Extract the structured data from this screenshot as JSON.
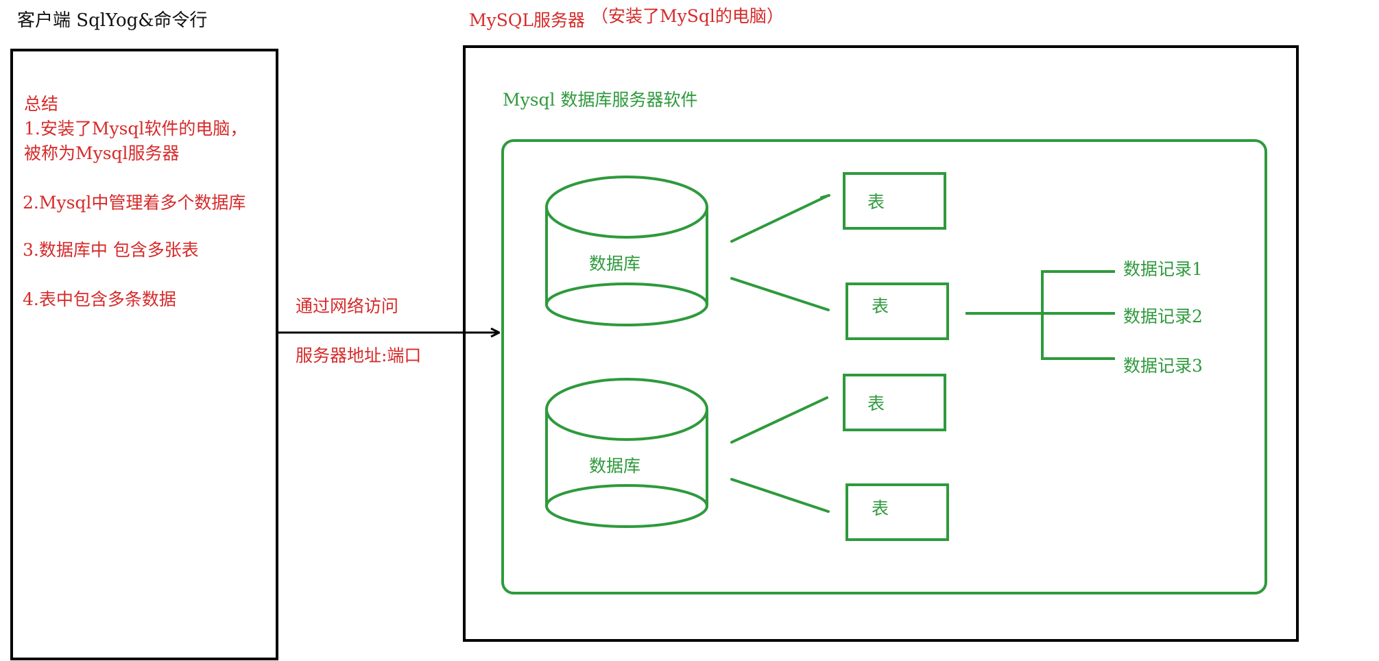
{
  "client": {
    "title": "客户端 SqlYog&命令行"
  },
  "server": {
    "title": "MySQL服务器",
    "note": "（安装了MySql的电脑）",
    "software_label": "Mysql 数据库服务器软件"
  },
  "summary": {
    "heading": "总结",
    "line1a": "1.安装了Mysql软件的电脑，",
    "line1b": "被称为Mysql服务器",
    "line2": "2.Mysql中管理着多个数据库",
    "line3": "3.数据库中 包含多张表",
    "line4": "4.表中包含多条数据"
  },
  "connection": {
    "label_top": "通过网络访问",
    "label_bottom": "服务器地址:端口"
  },
  "databases": [
    {
      "label": "数据库",
      "tables": [
        "表",
        "表"
      ]
    },
    {
      "label": "数据库",
      "tables": [
        "表",
        "表"
      ]
    }
  ],
  "records": [
    "数据记录1",
    "数据记录2",
    "数据记录3"
  ],
  "colors": {
    "text_black": "#111111",
    "text_red": "#d62a2a",
    "green": "#2e9a3c",
    "border_black": "#000000"
  }
}
